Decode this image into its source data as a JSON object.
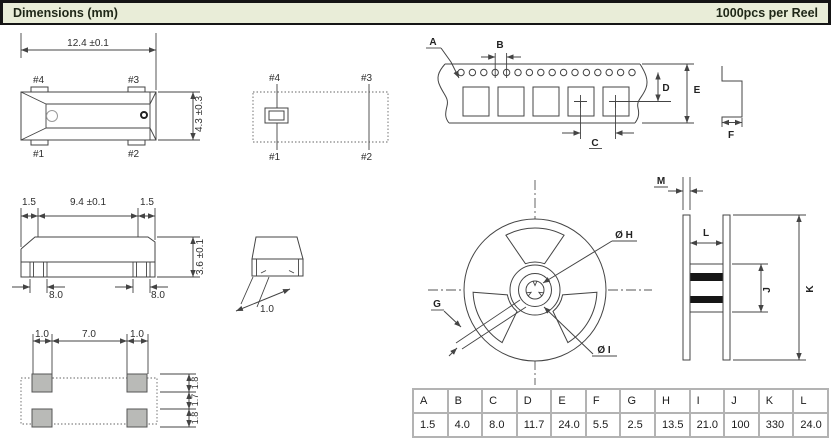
{
  "header": {
    "title": "Dimensions (mm)",
    "right_label": "1000pcs per Reel"
  },
  "package_top_view": {
    "width_dim": "12.4 ±0.1",
    "height_dim": "4.3 ±0.3",
    "pin1": "#1",
    "pin2": "#2",
    "pin3": "#3",
    "pin4": "#4"
  },
  "internal_schematic": {
    "pin1": "#1",
    "pin2": "#2",
    "pin3": "#3",
    "pin4": "#4"
  },
  "package_side_view": {
    "left_dim": "1.5",
    "center_dim": "9.4 ±0.1",
    "right_dim": "1.5",
    "height_dim": "3.6 ±0.1",
    "pad_left_dim": "8.0",
    "pad_right_dim": "8.0"
  },
  "package_end_view": {
    "pad_dim": "1.0"
  },
  "land_pattern": {
    "pad_width_left": "1.0",
    "pad_gap": "7.0",
    "pad_width_right": "1.0",
    "pad_height_top": "1.8",
    "row_gap": "1.7",
    "pad_height_bottom": "1.8"
  },
  "tape": {
    "label_a": "A",
    "label_b": "B",
    "label_c": "C",
    "label_d": "D",
    "label_e": "E",
    "label_f": "F"
  },
  "reel": {
    "label_h": "Ø H",
    "label_i": "Ø I",
    "label_g": "G",
    "label_m": "M",
    "label_l": "L",
    "label_j": "J",
    "label_k": "K"
  },
  "dimension_table": {
    "headers": [
      "A",
      "B",
      "C",
      "D",
      "E",
      "F",
      "G",
      "H",
      "I",
      "J",
      "K",
      "L"
    ],
    "values": [
      "1.5",
      "4.0",
      "8.0",
      "11.7",
      "24.0",
      "5.5",
      "2.5",
      "13.5",
      "21.0",
      "100",
      "330",
      "24.0"
    ]
  }
}
